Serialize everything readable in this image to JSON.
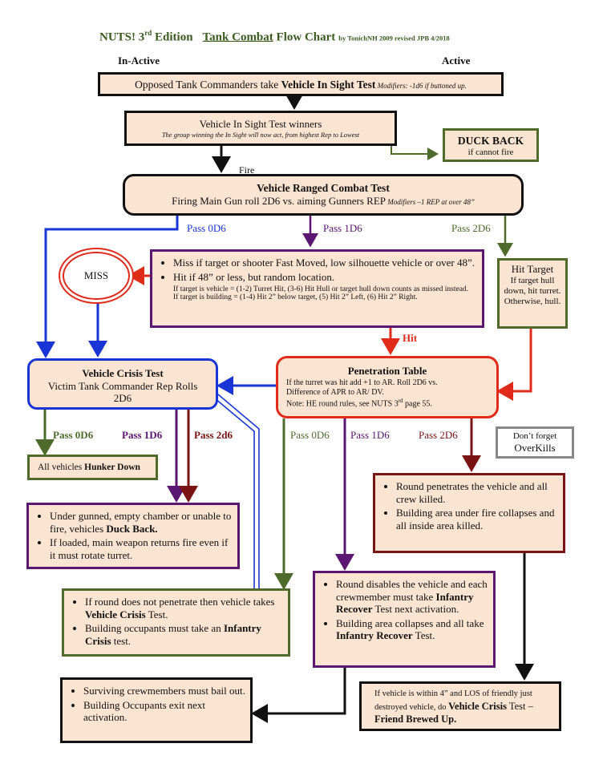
{
  "header": {
    "title_prefix": "NUTS! 3",
    "title_sup": "rd",
    "title_mid": " Edition",
    "title_link": "Tank Combat",
    "title_tail": " Flow Chart",
    "byline": "by TonichNH 2009 revised JPB 4/2018",
    "left_col": "In-Active",
    "right_col": "Active"
  },
  "opposed": {
    "text_a": "Opposed Tank Commanders take ",
    "text_b": "Vehicle In Sight Test",
    "mod": " Modifiers:   -1d6  if buttoned up."
  },
  "winners": {
    "title": "Vehicle In Sight Test winners",
    "sub": "The group winning the In Sight will now act, from highest Rep to Lowest"
  },
  "duck_back": {
    "title": "DUCK BACK",
    "sub": "if cannot fire"
  },
  "fire_label": "Fire",
  "ranged": {
    "title": "Vehicle Ranged Combat Test",
    "line": "Firing Main Gun roll 2D6 vs. aiming Gunners REP",
    "mod": " Modifiers   –1 REP at over 48”"
  },
  "ranged_pass": {
    "p0": "Pass 0D6",
    "p1": "Pass 1D6",
    "p2": "Pass 2D6"
  },
  "miss": "MISS",
  "pass1_box": {
    "b1": "Miss if target or shooter Fast Moved, low silhouette vehicle or over 48”.",
    "b2": "Hit if 48” or less, but random location.",
    "s1": "If target is vehicle = (1-2) Turret Hit, (3-6) Hit Hull or target hull down counts as missed instead.",
    "s2": "If target is building = (1-4) Hit 2” below target, (5) Hit 2” Left, (6) Hit 2” Right."
  },
  "hit_target": {
    "title": "Hit Target",
    "body": "If target hull down, hit turret. Otherwise, hull."
  },
  "hit_label": "Hit",
  "crisis": {
    "title": "Vehicle Crisis Test",
    "l1": "Victim Tank Commander Rep Rolls",
    "l2": "2D6"
  },
  "penetration": {
    "title": "Penetration Table",
    "l1": "If the turret was hit add +1 to AR.  Roll 2D6 vs.",
    "l2": "Difference of APR to AR/ DV.",
    "l3": "Note: HE round rules, see NUTS 3",
    "l3_sup": "rd",
    "l3_tail": " page 55."
  },
  "crisis_pass": {
    "p0": "Pass 0D6",
    "p1": "Pass 1D6",
    "p2": "Pass 2d6"
  },
  "pen_pass": {
    "p0": "Pass 0D6",
    "p1": "Pass 1D6",
    "p2": "Pass 2D6"
  },
  "overkill": {
    "l1": "Don’t forget",
    "l2": "OverKills"
  },
  "hunker": {
    "a": "All vehicles ",
    "b": "Hunker Down"
  },
  "under_gunned": {
    "b1a": "Under gunned, empty chamber or unable to fire, vehicles ",
    "b1b": "Duck Back.",
    "b2": "If loaded, main weapon returns fire even if it must rotate turret."
  },
  "penetrates": {
    "b1": "Round penetrates the vehicle and all crew killed.",
    "b2": "Building area under fire collapses and all inside area killed."
  },
  "not_penetrate": {
    "b1a": "If round does not penetrate then vehicle takes ",
    "b1b": "Vehicle Crisis",
    "b1c": " Test.",
    "b2a": "Building occupants must take an ",
    "b2b": "Infantry Crisis",
    "b2c": " test."
  },
  "disables": {
    "b1a": "Round disables the vehicle and each crewmember must take ",
    "b1b": "Infantry Recover",
    "b1c": " Test next activation.",
    "b2a": "Building area collapses and all take ",
    "b2b": "Infantry Recover",
    "b2c": " Test."
  },
  "surviving": {
    "b1": "Surviving crewmembers must bail out.",
    "b2": "Building Occupants exit next activation."
  },
  "friend": {
    "a": "If vehicle is within 4” and LOS of friendly just destroyed vehicle, do ",
    "b": "Vehicle Crisis",
    "c": " Test – ",
    "d": "Friend Brewed Up."
  },
  "colors": {
    "black": "#111111",
    "blue": "#1a35d6",
    "purple": "#5a1670",
    "green": "#4f6b2c",
    "maroon": "#7a1313",
    "red": "#e02a1a",
    "box_fill": "#fce4d3",
    "title_green": "#3a5a1e"
  }
}
